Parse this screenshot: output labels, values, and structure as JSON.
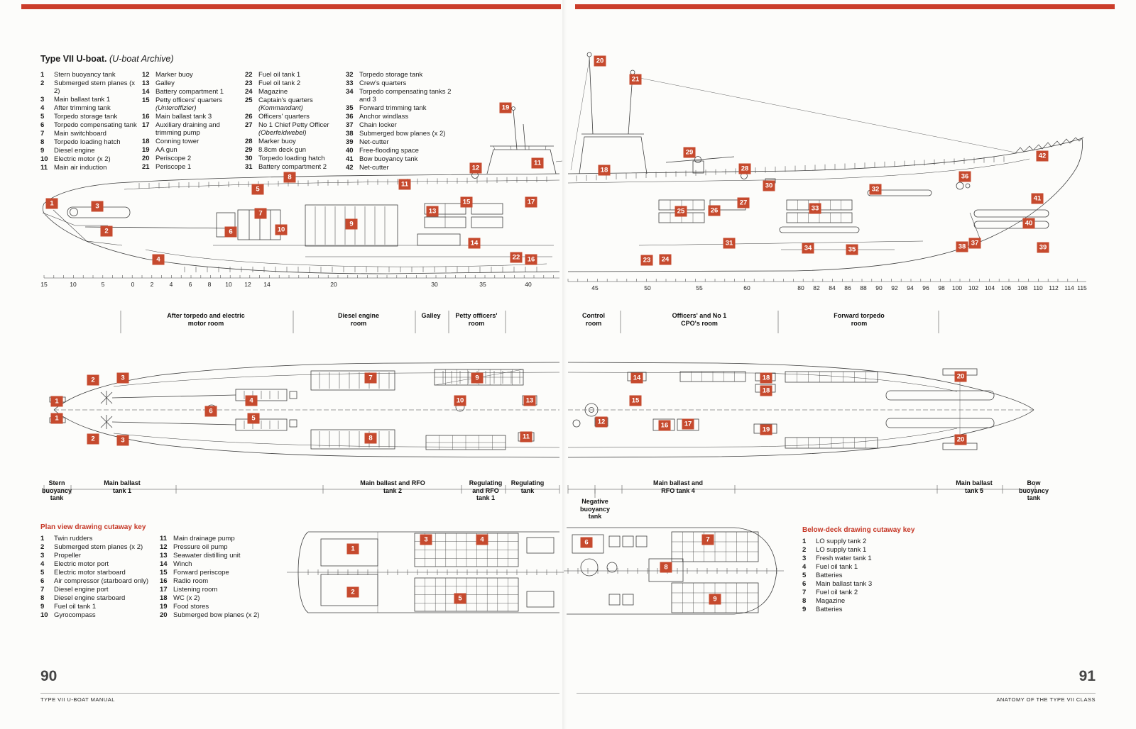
{
  "page": {
    "left_number": "90",
    "left_footer": "TYPE VII U-BOAT MANUAL",
    "right_number": "91",
    "right_footer": "ANATOMY OF THE TYPE VII CLASS"
  },
  "title": {
    "main": "Type VII U-boat.",
    "sub": "(U-boat Archive)"
  },
  "colors": {
    "accent": "#c64a2e",
    "bar": "#cb3d2a"
  },
  "main_key": {
    "columns": [
      {
        "items": [
          [
            "1",
            "Stern buoyancy tank"
          ],
          [
            "2",
            "Submerged stern planes (x 2)"
          ],
          [
            "3",
            "Main ballast tank 1"
          ],
          [
            "4",
            "After trimming tank"
          ],
          [
            "5",
            "Torpedo storage tank"
          ],
          [
            "6",
            "Torpedo compensating tank"
          ],
          [
            "7",
            "Main switchboard"
          ],
          [
            "8",
            "Torpedo loading hatch"
          ],
          [
            "9",
            "Diesel engine"
          ],
          [
            "10",
            "Electric motor (x 2)"
          ],
          [
            "11",
            "Main air induction"
          ]
        ]
      },
      {
        "items": [
          [
            "12",
            "Marker buoy"
          ],
          [
            "13",
            "Galley"
          ],
          [
            "14",
            "Battery compartment 1"
          ],
          [
            "15",
            "Petty officers' quarters",
            "(Unteroffizier)"
          ],
          [
            "16",
            "Main ballast tank 3"
          ],
          [
            "17",
            "Auxiliary draining and trimming pump"
          ],
          [
            "18",
            "Conning tower"
          ],
          [
            "19",
            "AA gun"
          ],
          [
            "20",
            "Periscope 2"
          ],
          [
            "21",
            "Periscope 1"
          ]
        ]
      },
      {
        "items": [
          [
            "22",
            "Fuel oil tank 1"
          ],
          [
            "23",
            "Fuel oil tank 2"
          ],
          [
            "24",
            "Magazine"
          ],
          [
            "25",
            "Captain's quarters",
            "(Kommandant)"
          ],
          [
            "26",
            "Officers' quarters"
          ],
          [
            "27",
            "No 1 Chief Petty Officer",
            "(Oberfeldwebel)"
          ],
          [
            "28",
            "Marker buoy"
          ],
          [
            "29",
            "8.8cm deck gun"
          ],
          [
            "30",
            "Torpedo loading hatch"
          ],
          [
            "31",
            "Battery compartment 2"
          ]
        ]
      },
      {
        "items": [
          [
            "32",
            "Torpedo storage tank"
          ],
          [
            "33",
            "Crew's quarters"
          ],
          [
            "34",
            "Torpedo compensating tanks 2 and 3"
          ],
          [
            "35",
            "Forward trimming tank"
          ],
          [
            "36",
            "Anchor windlass"
          ],
          [
            "37",
            "Chain locker"
          ],
          [
            "38",
            "Submerged bow planes (x 2)"
          ],
          [
            "39",
            "Net-cutter"
          ],
          [
            "40",
            "Free-flooding space"
          ],
          [
            "41",
            "Bow buoyancy tank"
          ],
          [
            "42",
            "Net-cutter"
          ]
        ]
      }
    ]
  },
  "plan_key": {
    "title": "Plan view drawing cutaway key",
    "columns": [
      {
        "items": [
          [
            "1",
            "Twin rudders"
          ],
          [
            "2",
            "Submerged stern planes (x 2)"
          ],
          [
            "3",
            "Propeller"
          ],
          [
            "4",
            "Electric motor port"
          ],
          [
            "5",
            "Electric motor starboard"
          ],
          [
            "6",
            "Air compressor (starboard only)"
          ],
          [
            "7",
            "Diesel engine port"
          ],
          [
            "8",
            "Diesel engine starboard"
          ],
          [
            "9",
            "Fuel oil tank 1"
          ],
          [
            "10",
            "Gyrocompass"
          ]
        ]
      },
      {
        "items": [
          [
            "11",
            "Main drainage pump"
          ],
          [
            "12",
            "Pressure oil pump"
          ],
          [
            "13",
            "Seawater distilling unit"
          ],
          [
            "14",
            "Winch"
          ],
          [
            "15",
            "Forward periscope"
          ],
          [
            "16",
            "Radio room"
          ],
          [
            "17",
            "Listening room"
          ],
          [
            "18",
            "WC (x 2)"
          ],
          [
            "19",
            "Food stores"
          ],
          [
            "20",
            "Submerged bow planes (x 2)"
          ]
        ]
      }
    ]
  },
  "deck_key": {
    "title": "Below-deck drawing cutaway key",
    "items": [
      [
        "1",
        "LO supply tank 2"
      ],
      [
        "2",
        "LO supply tank 1"
      ],
      [
        "3",
        "Fresh water tank 1"
      ],
      [
        "4",
        "Fuel oil tank 1"
      ],
      [
        "5",
        "Batteries"
      ],
      [
        "6",
        "Main ballast tank 3"
      ],
      [
        "7",
        "Fuel oil tank 2"
      ],
      [
        "8",
        "Magazine"
      ],
      [
        "9",
        "Batteries"
      ]
    ]
  },
  "compartments": [
    [
      "After torpedo and electric motor room",
      290,
      118
    ],
    [
      "Diesel engine room",
      505,
      72
    ],
    [
      "Galley",
      607,
      46
    ],
    [
      "Petty officers' room",
      671,
      64
    ],
    [
      "Control room",
      836,
      52
    ],
    [
      "Officers' and No 1 CPO's room",
      985,
      104
    ],
    [
      "Forward torpedo room",
      1210,
      78
    ]
  ],
  "tanks": [
    [
      "Stern buoyancy tank",
      80,
      58,
      0
    ],
    [
      "Main ballast tank 1",
      172,
      68,
      0
    ],
    [
      "Main ballast and RFO tank 2",
      553,
      92,
      0
    ],
    [
      "Regulating and RFO tank 1",
      684,
      58,
      0
    ],
    [
      "Regulating tank",
      743,
      54,
      0
    ],
    [
      "Negative buoyancy tank",
      838,
      62,
      26
    ],
    [
      "Main ballast and RFO tank 4",
      955,
      84,
      0
    ],
    [
      "Main ballast tank 5",
      1372,
      64,
      0
    ],
    [
      "Bow buoyancy tank",
      1456,
      62,
      0
    ]
  ],
  "frame_scale": {
    "left": [
      [
        "15",
        62
      ],
      [
        "10",
        103
      ],
      [
        "5",
        145
      ],
      [
        "0",
        187
      ],
      [
        "2",
        214
      ],
      [
        "4",
        241
      ],
      [
        "6",
        268
      ],
      [
        "8",
        295
      ],
      [
        "10",
        322
      ],
      [
        "12",
        349
      ],
      [
        "14",
        376
      ],
      [
        "20",
        470
      ],
      [
        "30",
        612
      ],
      [
        "35",
        680
      ],
      [
        "40",
        744
      ]
    ],
    "right": [
      [
        "45",
        838
      ],
      [
        "50",
        912
      ],
      [
        "55",
        985
      ],
      [
        "60",
        1052
      ],
      [
        "80",
        1128
      ],
      [
        "82",
        1150
      ],
      [
        "84",
        1172
      ],
      [
        "86",
        1194
      ],
      [
        "88",
        1216
      ],
      [
        "90",
        1238
      ],
      [
        "92",
        1260
      ],
      [
        "94",
        1282
      ],
      [
        "96",
        1304
      ],
      [
        "98",
        1326
      ],
      [
        "100",
        1348
      ],
      [
        "102",
        1371
      ],
      [
        "104",
        1394
      ],
      [
        "106",
        1417
      ],
      [
        "108",
        1440
      ],
      [
        "110",
        1462
      ],
      [
        "112",
        1484
      ],
      [
        "114",
        1506
      ],
      [
        "115",
        1524
      ]
    ]
  },
  "callouts": {
    "elevation": [
      [
        "1",
        73,
        287
      ],
      [
        "3",
        137,
        291
      ],
      [
        "2",
        150,
        326
      ],
      [
        "4",
        223,
        366
      ],
      [
        "6",
        325,
        327
      ],
      [
        "7",
        367,
        301
      ],
      [
        "5",
        363,
        267
      ],
      [
        "8",
        408,
        250
      ],
      [
        "10",
        396,
        324
      ],
      [
        "9",
        495,
        316
      ],
      [
        "11",
        570,
        260
      ],
      [
        "13",
        609,
        298
      ],
      [
        "15",
        657,
        285
      ],
      [
        "14",
        668,
        343
      ],
      [
        "12",
        670,
        237
      ],
      [
        "19",
        712,
        152
      ],
      [
        "11",
        757,
        230
      ],
      [
        "17",
        748,
        285
      ],
      [
        "22",
        727,
        363
      ],
      [
        "16",
        748,
        366
      ],
      [
        "20",
        845,
        86
      ],
      [
        "21",
        895,
        112
      ],
      [
        "18",
        851,
        240
      ],
      [
        "29",
        971,
        215
      ],
      [
        "28",
        1049,
        238
      ],
      [
        "30",
        1083,
        262
      ],
      [
        "25",
        959,
        298
      ],
      [
        "26",
        1006,
        297
      ],
      [
        "27",
        1047,
        286
      ],
      [
        "31",
        1027,
        343
      ],
      [
        "23",
        911,
        367
      ],
      [
        "24",
        937,
        366
      ],
      [
        "33",
        1148,
        294
      ],
      [
        "32",
        1233,
        267
      ],
      [
        "34",
        1138,
        350
      ],
      [
        "35",
        1200,
        352
      ],
      [
        "36",
        1359,
        249
      ],
      [
        "38",
        1355,
        348
      ],
      [
        "37",
        1373,
        343
      ],
      [
        "40",
        1449,
        315
      ],
      [
        "41",
        1461,
        280
      ],
      [
        "39",
        1469,
        349
      ],
      [
        "42",
        1468,
        220
      ]
    ],
    "plan": [
      [
        "2",
        131,
        536
      ],
      [
        "3",
        173,
        533
      ],
      [
        "1",
        80,
        566
      ],
      [
        "1",
        80,
        590
      ],
      [
        "2",
        131,
        619
      ],
      [
        "3",
        173,
        621
      ],
      [
        "6",
        297,
        580
      ],
      [
        "4",
        354,
        565
      ],
      [
        "5",
        357,
        590
      ],
      [
        "7",
        522,
        533
      ],
      [
        "8",
        522,
        618
      ],
      [
        "9",
        672,
        533
      ],
      [
        "10",
        648,
        565
      ],
      [
        "13",
        746,
        565
      ],
      [
        "11",
        741,
        616
      ],
      [
        "12",
        847,
        595
      ],
      [
        "14",
        897,
        533
      ],
      [
        "15",
        895,
        565
      ],
      [
        "16",
        936,
        600
      ],
      [
        "17",
        969,
        598
      ],
      [
        "18",
        1079,
        533
      ],
      [
        "18",
        1079,
        551
      ],
      [
        "19",
        1079,
        606
      ],
      [
        "20",
        1353,
        531
      ],
      [
        "20",
        1353,
        620
      ]
    ],
    "deck": [
      [
        "1",
        497,
        774
      ],
      [
        "2",
        497,
        835
      ],
      [
        "3",
        600,
        761
      ],
      [
        "4",
        679,
        761
      ],
      [
        "5",
        648,
        844
      ],
      [
        "6",
        826,
        765
      ],
      [
        "7",
        997,
        761
      ],
      [
        "8",
        938,
        800
      ],
      [
        "9",
        1007,
        845
      ]
    ]
  }
}
